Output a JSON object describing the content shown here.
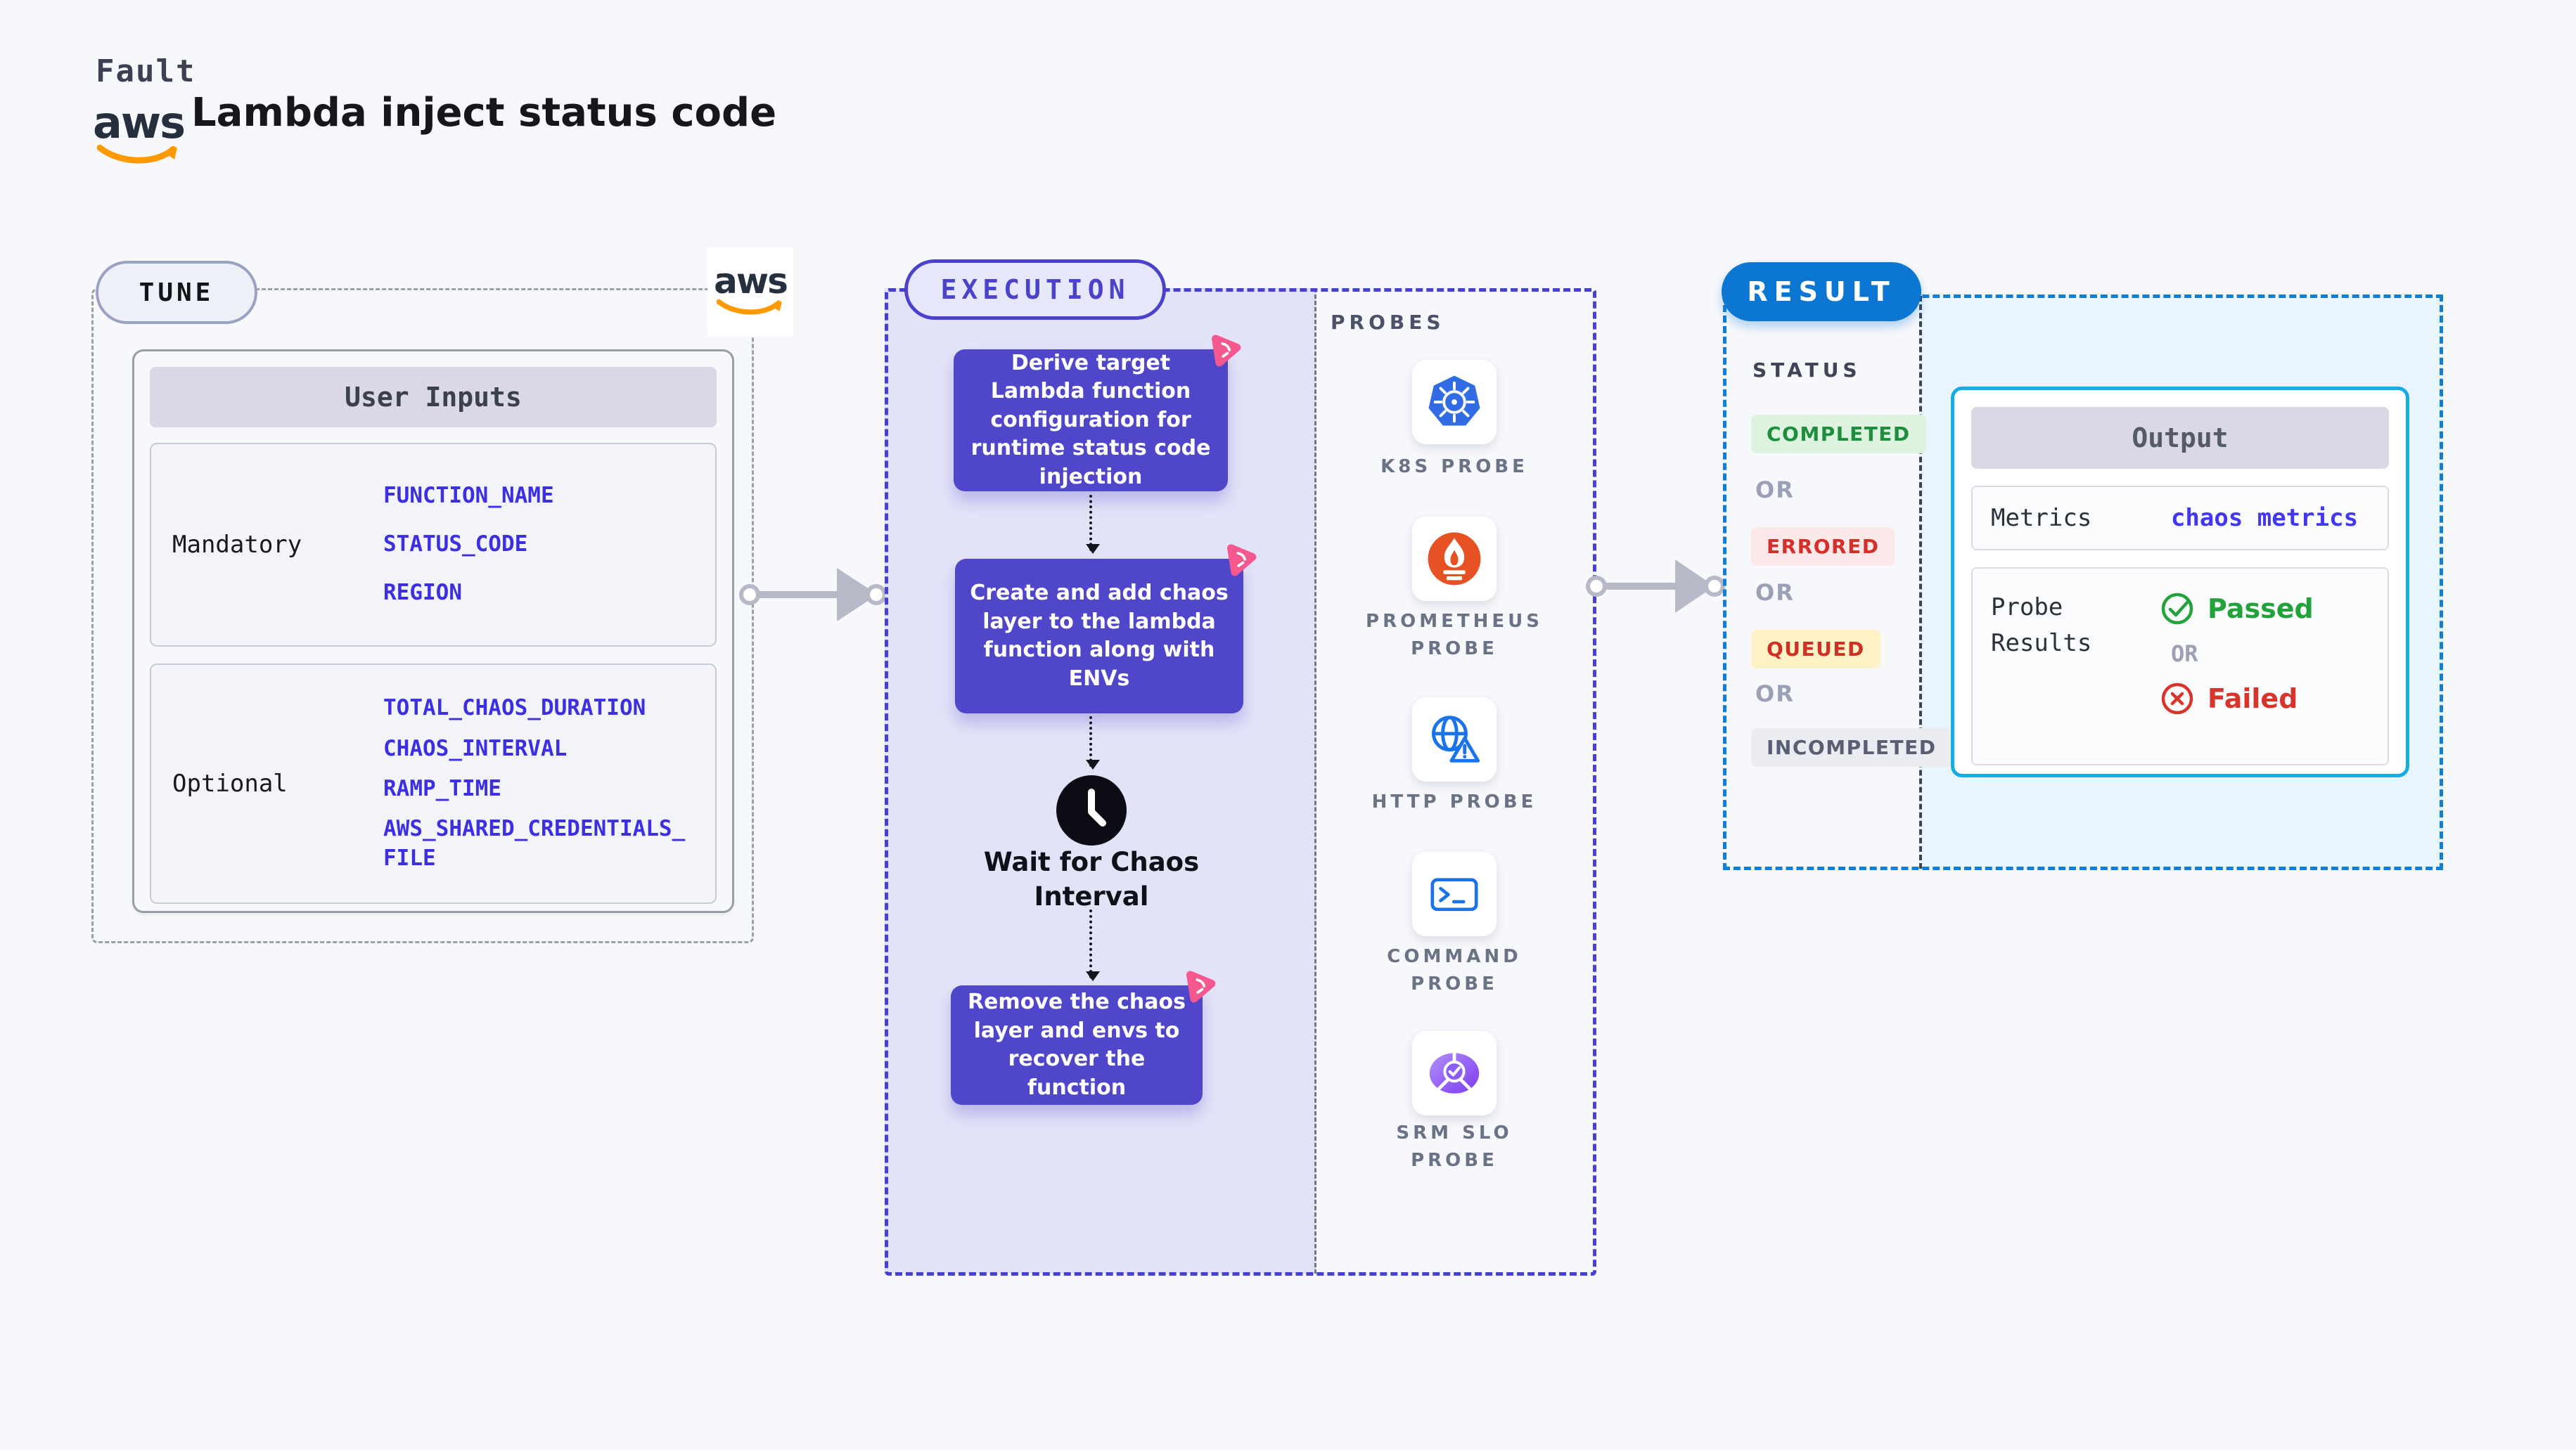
{
  "header": {
    "kicker": "Fault",
    "title": "Lambda inject status code",
    "aws_logo_text": "aws"
  },
  "tune": {
    "pill_label": "TUNE",
    "table_title": "User Inputs",
    "mandatory_label": "Mandatory",
    "mandatory_items": [
      "FUNCTION_NAME",
      "STATUS_CODE",
      "REGION"
    ],
    "optional_label": "Optional",
    "optional_items": [
      "TOTAL_CHAOS_DURATION",
      "CHAOS_INTERVAL",
      "RAMP_TIME",
      "AWS_SHARED_CREDENTIALS_FILE"
    ]
  },
  "execution": {
    "pill_label": "EXECUTION",
    "steps": [
      "Derive target Lambda function configuration for runtime status code injection",
      "Create and add chaos layer to the lambda function along with ENVs",
      "Remove the chaos layer and envs to recover the function"
    ],
    "wait_label": "Wait for Chaos Interval"
  },
  "probes": {
    "section_label": "PROBES",
    "items": [
      {
        "label": "K8S PROBE",
        "icon": "kubernetes-icon"
      },
      {
        "label": "PROMETHEUS PROBE",
        "icon": "prometheus-icon"
      },
      {
        "label": "HTTP PROBE",
        "icon": "http-globe-warning-icon"
      },
      {
        "label": "COMMAND PROBE",
        "icon": "terminal-icon"
      },
      {
        "label": "SRM SLO PROBE",
        "icon": "slo-pie-check-icon"
      }
    ]
  },
  "result": {
    "pill_label": "RESULT",
    "status_label": "STATUS",
    "or_label": "OR",
    "statuses": [
      {
        "label": "COMPLETED",
        "color": "#1e8e3e",
        "background": "#ddf3e0"
      },
      {
        "label": "ERRORED",
        "color": "#d3302c",
        "background": "#fbe9ea"
      },
      {
        "label": "QUEUED",
        "color": "#cf3026",
        "background": "#fdf2c5"
      },
      {
        "label": "INCOMPLETED",
        "color": "#595f73",
        "background": "#ebecf2"
      }
    ],
    "output": {
      "title": "Output",
      "metrics_label": "Metrics",
      "metrics_value": "chaos metrics",
      "probe_results_label": "Probe Results",
      "passed_label": "Passed",
      "failed_label": "Failed",
      "or_label": "OR"
    }
  },
  "colors": {
    "page_background": "#f7f8fc",
    "accent_indigo": "#4f46c9",
    "execution_dash": "#4740d4",
    "lavender_panel": "#e3e3f8",
    "tune_dash": "#9aa0a8",
    "result_blue": "#0b77d2",
    "result_dash": "#0f7ed8",
    "cyan_panel": "#e8f5fd",
    "output_border": "#16ade5",
    "param_blue": "#3c2fe2",
    "arrow_gray": "#b7b9c8",
    "chaos_badge_pink": "#f5578f",
    "aws_orange": "#ff9900",
    "k8s_blue": "#326ce5",
    "prometheus_orange": "#e75225",
    "http_blue": "#1a73e8",
    "srm_purple": "#8b5cf6",
    "passed_green": "#23a13a",
    "failed_red": "#d7352b"
  }
}
